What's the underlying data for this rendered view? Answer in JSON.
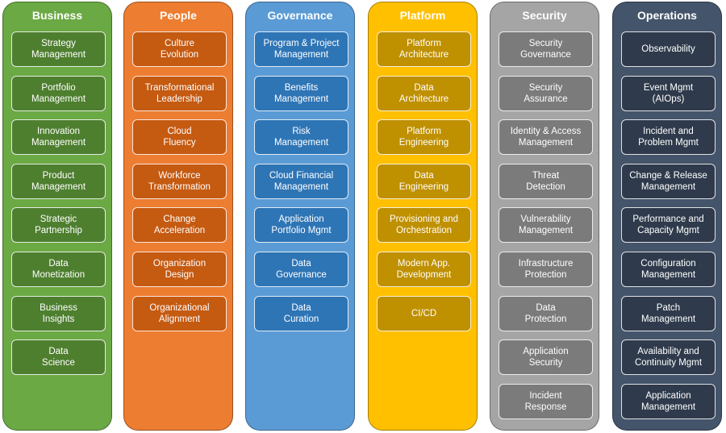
{
  "columns": [
    {
      "title": "Business",
      "bg": "#6aa944",
      "card": "#4e7f2f",
      "items": [
        "Strategy\nManagement",
        "Portfolio\nManagement",
        "Innovation\nManagement",
        "Product\nManagement",
        "Strategic\nPartnership",
        "Data\nMonetization",
        "Business\nInsights",
        "Data\nScience"
      ]
    },
    {
      "title": "People",
      "bg": "#ed7d31",
      "card": "#c55a11",
      "items": [
        "Culture\nEvolution",
        "Transformational\nLeadership",
        "Cloud\nFluency",
        "Workforce\nTransformation",
        "Change\nAcceleration",
        "Organization\nDesign",
        "Organizational\nAlignment"
      ]
    },
    {
      "title": "Governance",
      "bg": "#5b9bd5",
      "card": "#2e75b6",
      "items": [
        "Program & Project\nManagement",
        "Benefits\nManagement",
        "Risk\nManagement",
        "Cloud Financial\nManagement",
        "Application\nPortfolio Mgmt",
        "Data\nGovernance",
        "Data\nCuration"
      ]
    },
    {
      "title": "Platform",
      "bg": "#ffc000",
      "card": "#bf9000",
      "items": [
        "Platform\nArchitecture",
        "Data\nArchitecture",
        "Platform\nEngineering",
        "Data\nEngineering",
        "Provisioning and\nOrchestration",
        "Modern App.\nDevelopment",
        "CI/CD"
      ]
    },
    {
      "title": "Security",
      "bg": "#a5a5a5",
      "card": "#7b7b7b",
      "items": [
        "Security\nGovernance",
        "Security\nAssurance",
        "Identity & Access\nManagement",
        "Threat\nDetection",
        "Vulnerability\nManagement",
        "Infrastructure\nProtection",
        "Data\nProtection",
        "Application\nSecurity",
        "Incident\nResponse"
      ]
    },
    {
      "title": "Operations",
      "bg": "#44546a",
      "card": "#2f3b4c",
      "items": [
        "Observability",
        "Event Mgmt\n(AIOps)",
        "Incident and\nProblem Mgmt",
        "Change & Release\nManagement",
        "Performance and\nCapacity Mgmt",
        "Configuration\nManagement",
        "Patch\nManagement",
        "Availability and\nContinuity Mgmt",
        "Application\nManagement"
      ]
    }
  ]
}
